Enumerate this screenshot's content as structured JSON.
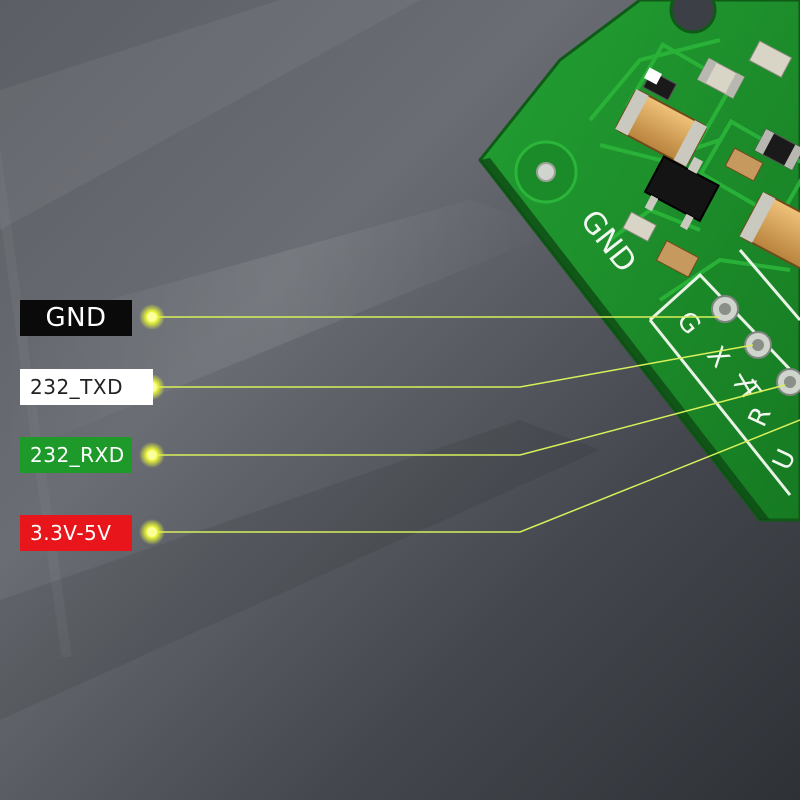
{
  "pins": [
    {
      "id": "gnd",
      "label": "GND",
      "bg": "#0a0a0a",
      "fg": "#ffffff"
    },
    {
      "id": "txd",
      "label": "232_TXD",
      "bg": "#ffffff",
      "fg": "#222222"
    },
    {
      "id": "rxd",
      "label": "232_RXD",
      "bg": "#1e9a2a",
      "fg": "#ffffff"
    },
    {
      "id": "vcc",
      "label": "3.3V-5V",
      "bg": "#e8161b",
      "fg": "#ffffff"
    }
  ],
  "board": {
    "silkscreen_gnd": "GND",
    "header_marks": [
      "G",
      "X",
      "T",
      "R",
      "X",
      "U"
    ],
    "pcb_color": "#1f8f2a",
    "trace_color": "#2bb53a",
    "pad_color": "#cfd4cc"
  },
  "leader_color": "#d8f05a",
  "background_color": "#4b4f55"
}
